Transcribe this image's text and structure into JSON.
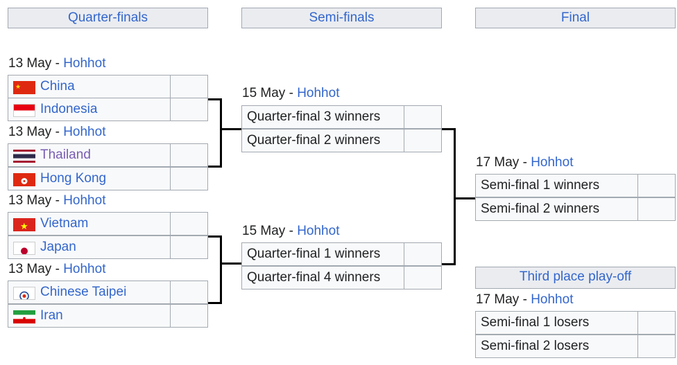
{
  "rounds": {
    "quarter_finals": "Quarter-finals",
    "semi_finals": "Semi-finals",
    "final": "Final",
    "third_place": "Third place play-off"
  },
  "matches": {
    "qf1": {
      "date": "13 May",
      "sep": " - ",
      "venue": "Hohhot",
      "team1": "China",
      "team2": "Indonesia",
      "score1": "",
      "score2": ""
    },
    "qf2": {
      "date": "13 May",
      "sep": " - ",
      "venue": "Hohhot",
      "team1": "Thailand",
      "team2": "Hong Kong",
      "score1": "",
      "score2": ""
    },
    "qf3": {
      "date": "13 May",
      "sep": " - ",
      "venue": "Hohhot",
      "team1": "Vietnam",
      "team2": "Japan",
      "score1": "",
      "score2": ""
    },
    "qf4": {
      "date": "13 May",
      "sep": " - ",
      "venue": "Hohhot",
      "team1": "Chinese Taipei",
      "team2": "Iran",
      "score1": "",
      "score2": ""
    },
    "sf1": {
      "date": "15 May",
      "sep": " - ",
      "venue": "Hohhot",
      "team1": "Quarter-final 3 winners",
      "team2": "Quarter-final 2 winners",
      "score1": "",
      "score2": ""
    },
    "sf2": {
      "date": "15 May",
      "sep": " - ",
      "venue": "Hohhot",
      "team1": "Quarter-final 1 winners",
      "team2": "Quarter-final 4 winners",
      "score1": "",
      "score2": ""
    },
    "final": {
      "date": "17 May",
      "sep": " - ",
      "venue": "Hohhot",
      "team1": "Semi-final 1 winners",
      "team2": "Semi-final 2 winners",
      "score1": "",
      "score2": ""
    },
    "third": {
      "date": "17 May",
      "sep": " - ",
      "venue": "Hohhot",
      "team1": "Semi-final 1 losers",
      "team2": "Semi-final 2 losers",
      "score1": "",
      "score2": ""
    }
  },
  "flags": {
    "china": "flag-china-icon",
    "indonesia": "flag-indonesia-icon",
    "thailand": "flag-thailand-icon",
    "hong_kong": "flag-hong-kong-icon",
    "vietnam": "flag-vietnam-icon",
    "japan": "flag-japan-icon",
    "chinese_taipei": "flag-chinese-taipei-icon",
    "iran": "flag-iran-icon"
  },
  "colors": {
    "link": "#3366cc",
    "visited_link": "#795cb2",
    "header_bg": "#eaecf0",
    "border": "#a2a9b1"
  }
}
